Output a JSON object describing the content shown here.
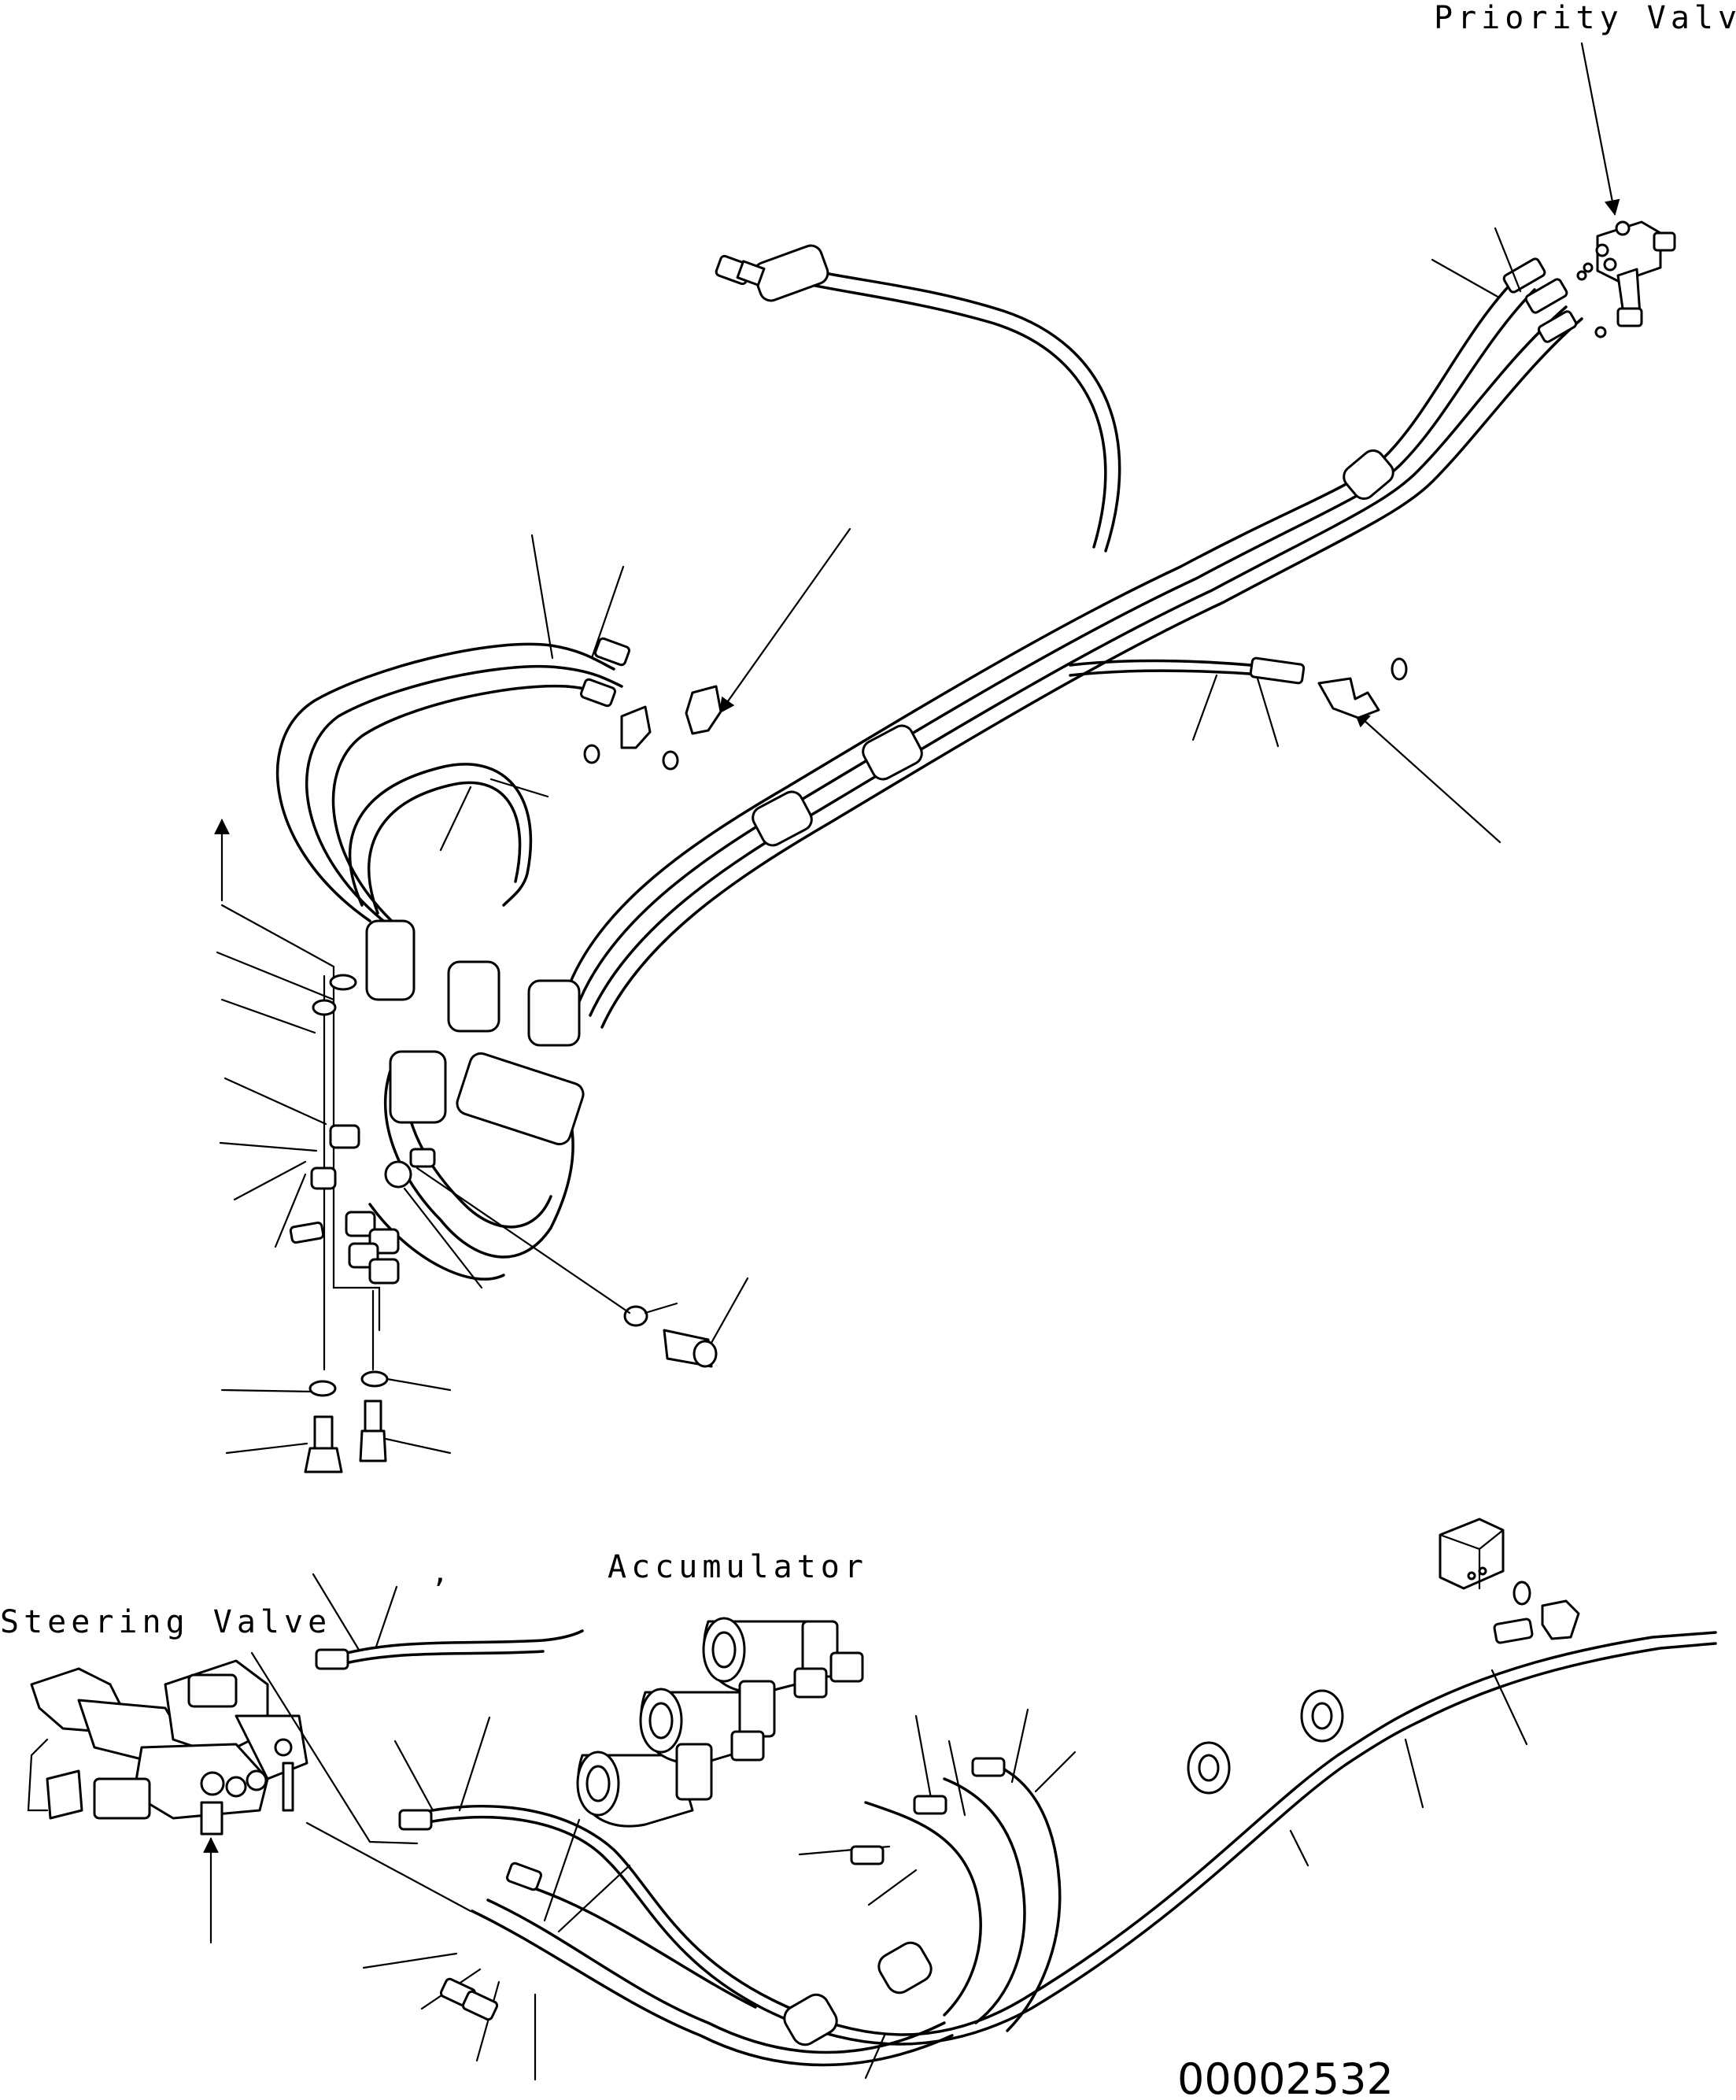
{
  "labels": {
    "priority_valve": "Priority Valve",
    "accumulator": "Accumulator",
    "steering_valve": "Steering Valve",
    "drawing_number": "00002532",
    "comma_mark": ","
  }
}
